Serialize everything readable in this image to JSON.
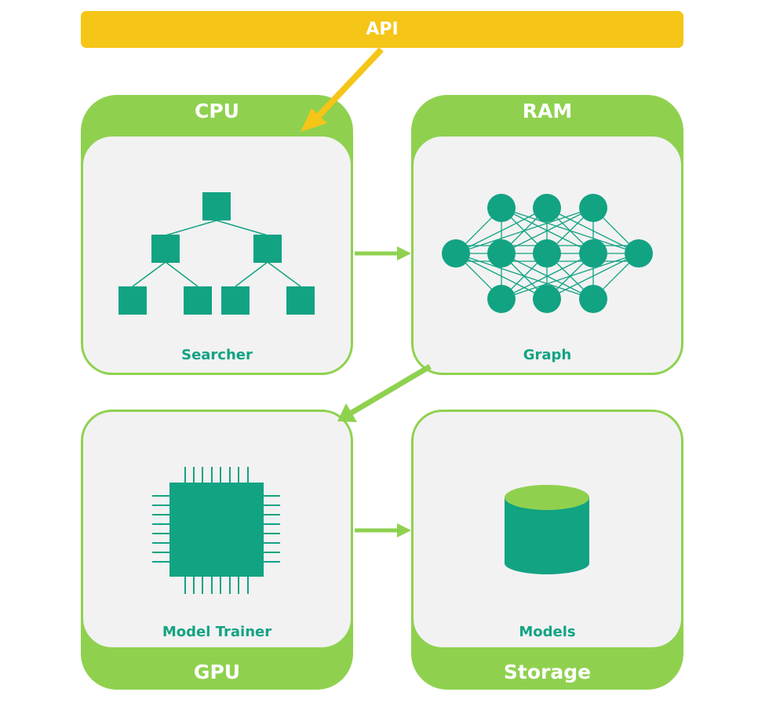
{
  "colors": {
    "accent_green": "#8fd14f",
    "teal": "#12a383",
    "api_yellow": "#f5c518",
    "panel_bg": "#f2f2f2"
  },
  "api": {
    "label": "API"
  },
  "boxes": {
    "cpu": {
      "title": "CPU",
      "label": "Searcher",
      "icon": "tree-hierarchy-icon"
    },
    "ram": {
      "title": "RAM",
      "label": "Graph",
      "icon": "neural-network-icon"
    },
    "gpu": {
      "title": "GPU",
      "label": "Model Trainer",
      "icon": "chip-icon"
    },
    "storage": {
      "title": "Storage",
      "label": "Models",
      "icon": "database-cylinder-icon"
    }
  }
}
